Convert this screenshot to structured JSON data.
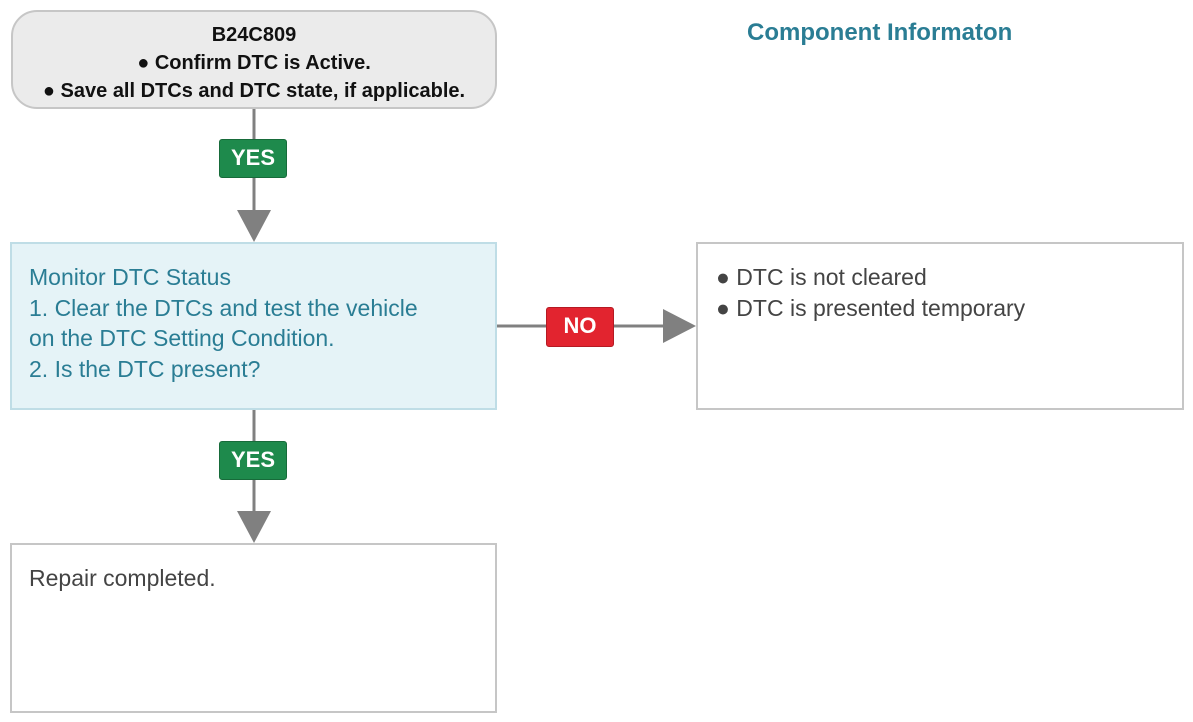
{
  "start": {
    "code": "B24C809",
    "items": [
      "Confirm DTC is Active.",
      "Save all DTCs and DTC state, if applicable."
    ]
  },
  "component_link": "Component Informaton",
  "question": {
    "title": "Monitor DTC Status",
    "lines": [
      "1. Clear the DTCs and test the vehicle",
      "on the DTC Setting Condition.",
      "2. Is the DTC present?"
    ]
  },
  "no_result": {
    "items": [
      "DTC is not cleared",
      "DTC is presented temporary"
    ]
  },
  "yes_result": "Repair completed.",
  "labels": {
    "yes": "YES",
    "no": "NO",
    "bullet": "●"
  },
  "colors": {
    "link": "#2a7d94",
    "yes_badge": "#1e8a4c",
    "no_badge": "#e2242f",
    "question_bg": "#e5f3f7",
    "start_bg": "#ebebeb",
    "connector": "#808080"
  }
}
